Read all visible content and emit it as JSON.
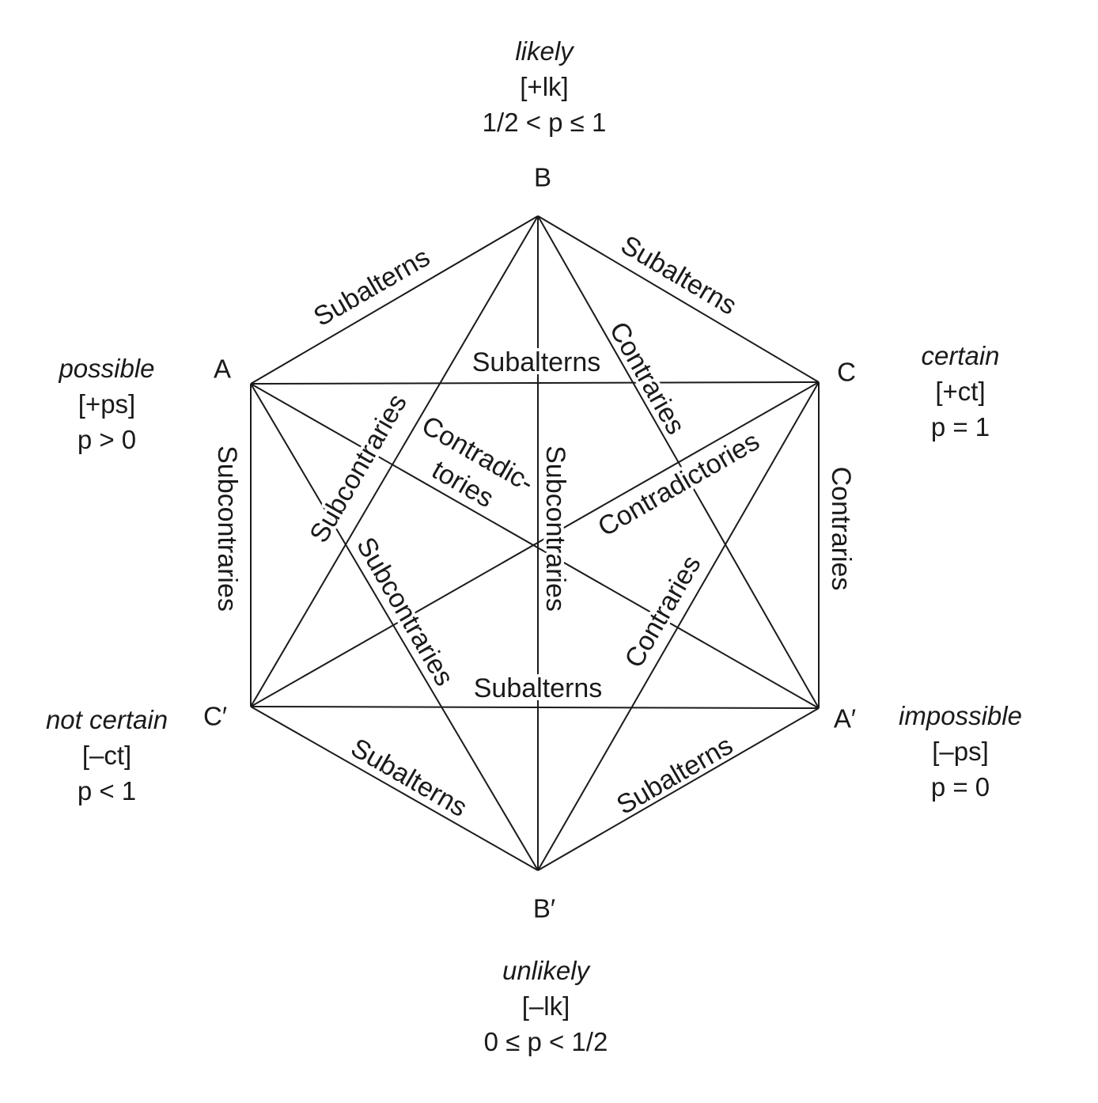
{
  "vertices": {
    "A": "A",
    "B": "B",
    "C": "C",
    "A_prime": "A′",
    "B_prime": "B′",
    "C_prime": "C′"
  },
  "captions": {
    "B": {
      "word": "likely",
      "feature": "[+lk]",
      "range": "1/2 < p ≤ 1"
    },
    "C": {
      "word": "certain",
      "feature": "[+ct]",
      "range": "p = 1"
    },
    "A_prime": {
      "word": "impossible",
      "feature": "[–ps]",
      "range": "p = 0"
    },
    "B_prime": {
      "word": "unlikely",
      "feature": "[–lk]",
      "range": "0 ≤ p < 1/2"
    },
    "C_prime": {
      "word": "not certain",
      "feature": "[–ct]",
      "range": "p < 1"
    },
    "A": {
      "word": "possible",
      "feature": "[+ps]",
      "range": "p > 0"
    }
  },
  "relations": {
    "ab": "Subalterns",
    "bc": "Subalterns",
    "ac": "Subalterns",
    "c_a": "Subalterns",
    "cb": "Subalterns",
    "ba": "Subalterns",
    "b_a_line": "Contraries",
    "c_b_line": "Contraries",
    "c_a_side": "Contraries",
    "a_c_side": "Subcontraries",
    "b_c_line": "Subcontraries",
    "a_b_line": "Subcontraries",
    "b_b_line": "Subcontraries",
    "a_a_line_1": "Contradic-",
    "a_a_line_2": "tories",
    "c_c_line": "Contradictories"
  }
}
